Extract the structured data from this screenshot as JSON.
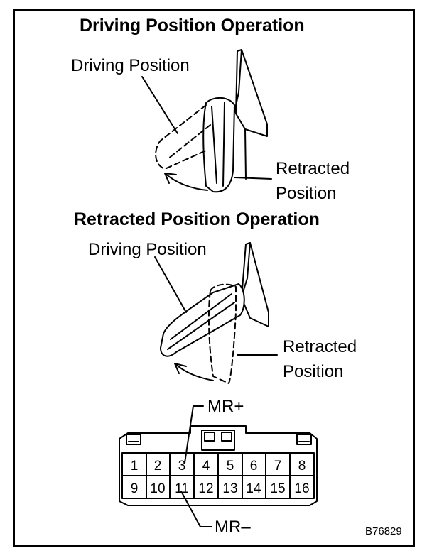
{
  "figure_code": "B76829",
  "sections": {
    "driving": {
      "title": "Driving Position Operation",
      "label_driving": "Driving Position",
      "label_retracted_1": "Retracted",
      "label_retracted_2": "Position"
    },
    "retracted": {
      "title": "Retracted Position Operation",
      "label_driving": "Driving Position",
      "label_retracted_1": "Retracted",
      "label_retracted_2": "Position"
    }
  },
  "connector": {
    "label_top": "MR+",
    "label_bottom": "MR–",
    "pins_top": [
      "1",
      "2",
      "3",
      "4",
      "5",
      "6",
      "7",
      "8"
    ],
    "pins_bottom": [
      "9",
      "10",
      "11",
      "12",
      "13",
      "14",
      "15",
      "16"
    ]
  }
}
